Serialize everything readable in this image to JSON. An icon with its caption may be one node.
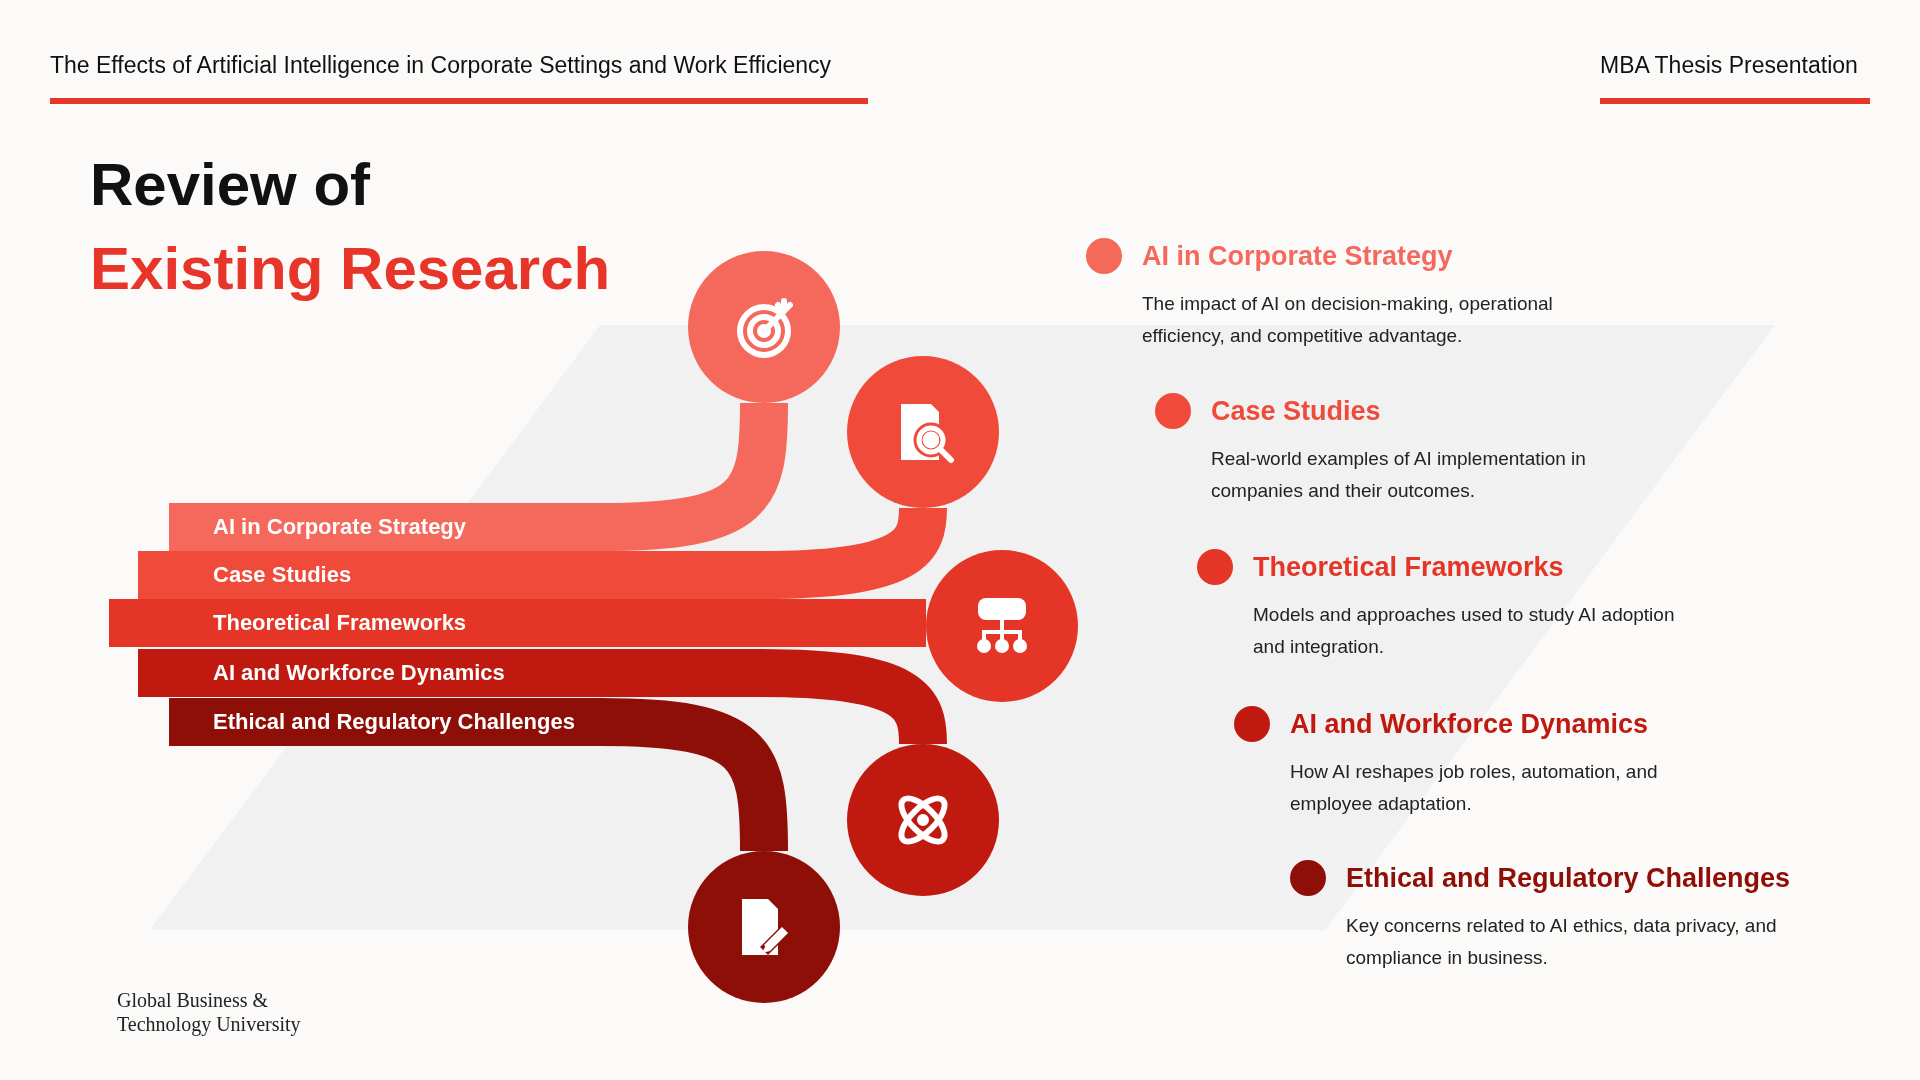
{
  "diagram": {
    "nodes": [
      {
        "text": [
          "AI in Corporate Strategy"
        ]
      },
      {
        "text": [
          "Case Studies"
        ]
      },
      {
        "text": [
          "Theoretical Frameworks"
        ]
      },
      {
        "text": [
          "AI and Workforce Dynamics"
        ]
      },
      {
        "text": [
          "Ethical and Regulatory Challenges"
        ]
      },
      {
        "text": [],
        "shape": "circle"
      },
      {
        "text": [],
        "shape": "circle"
      },
      {
        "text": [],
        "shape": "circle"
      },
      {
        "text": [],
        "shape": "circle"
      },
      {
        "text": [],
        "shape": "circle"
      },
      {
        "text": [
          "AI in Corporate Strategy",
          "The impact of AI on decision-making, operational efficiency, and competitive advantage."
        ]
      },
      {
        "text": [
          "Case Studies",
          "Real-world examples of AI implementation in companies and their outcomes."
        ]
      },
      {
        "text": [
          "Theoretical Frameworks",
          "Models and approaches used to study AI adoption and integration."
        ]
      },
      {
        "text": [
          "AI and Workforce Dynamics",
          "How AI reshapes job roles, automation, and employee adaptation."
        ]
      },
      {
        "text": [
          "Ethical and Regulatory Challenges",
          "Key concerns related to AI ethics, data privacy, and compliance in business."
        ]
      }
    ],
    "edges": [
      {
        "from": 0,
        "to": 5,
        "arrow": "none",
        "color": "#f5685c"
      },
      {
        "from": 1,
        "to": 6,
        "arrow": "none",
        "color": "#f04a3a"
      },
      {
        "from": 2,
        "to": 7,
        "arrow": "none",
        "color": "#e53526"
      },
      {
        "from": 3,
        "to": 8,
        "arrow": "none",
        "color": "#c01a10"
      },
      {
        "from": 4,
        "to": 9,
        "arrow": "none",
        "color": "#8e0e08"
      }
    ],
    "labels": [
      "The Effects of Artificial Intelligence in Corporate Settings and Work Efficiency",
      "MBA Thesis Presentation",
      "Review of",
      "Existing Research",
      "Global Business & Technology University"
    ]
  }
}
